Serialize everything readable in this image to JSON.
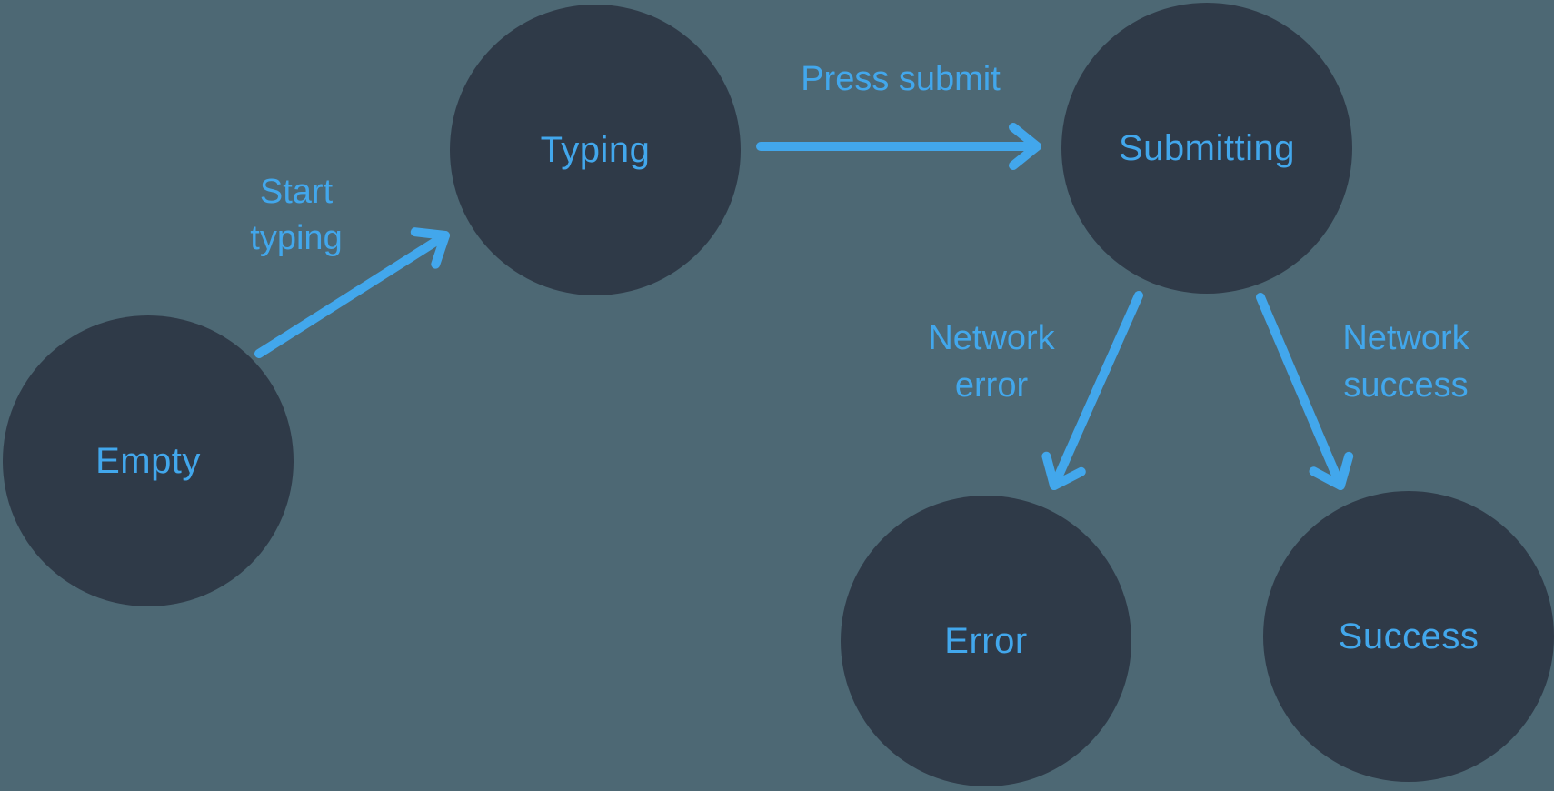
{
  "diagram": {
    "type": "state-machine",
    "nodes": [
      {
        "id": "empty",
        "label": "Empty"
      },
      {
        "id": "typing",
        "label": "Typing"
      },
      {
        "id": "submitting",
        "label": "Submitting"
      },
      {
        "id": "error",
        "label": "Error"
      },
      {
        "id": "success",
        "label": "Success"
      }
    ],
    "edges": [
      {
        "from": "empty",
        "to": "typing",
        "label": "Start typing"
      },
      {
        "from": "typing",
        "to": "submitting",
        "label": "Press submit"
      },
      {
        "from": "submitting",
        "to": "error",
        "label": "Network error"
      },
      {
        "from": "submitting",
        "to": "success",
        "label": "Network success"
      }
    ],
    "colors": {
      "background": "#4D6874",
      "node_fill": "#2F3A48",
      "accent": "#42A7EC"
    }
  }
}
